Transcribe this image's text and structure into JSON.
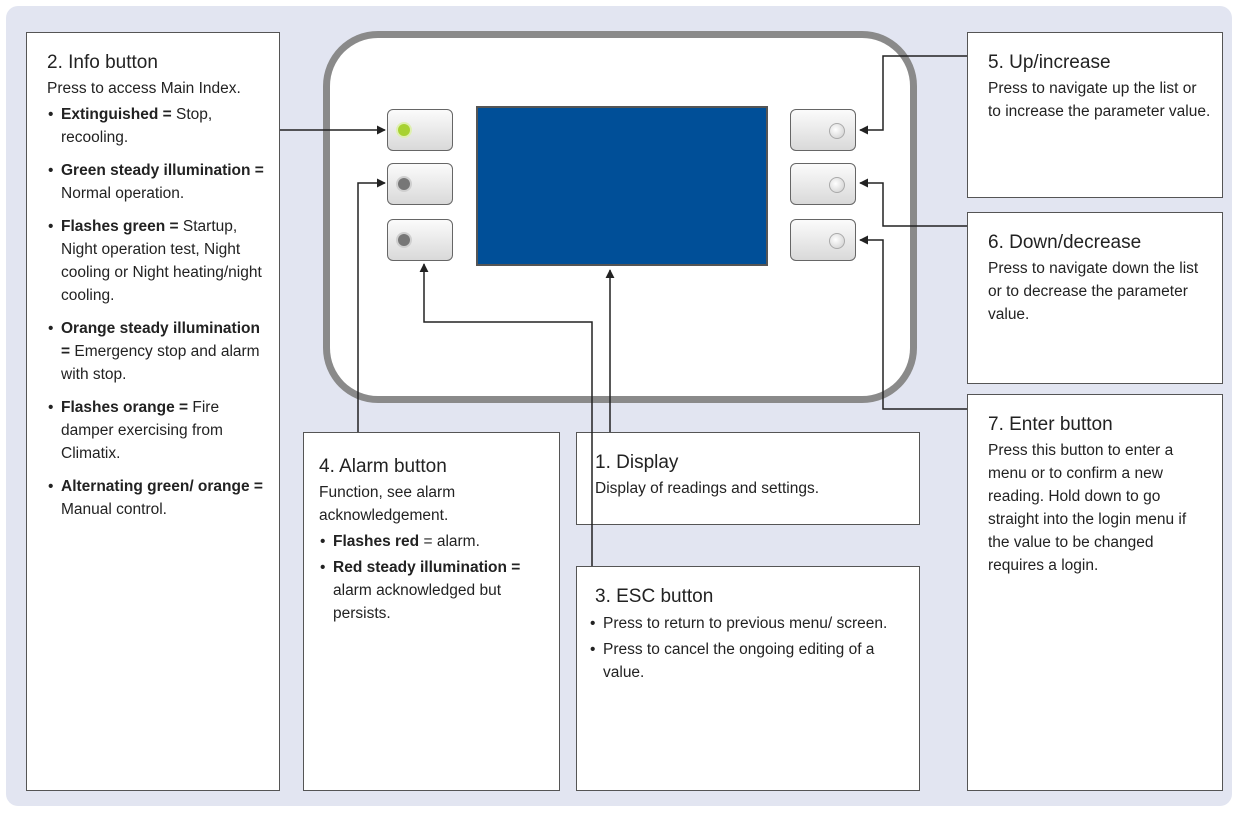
{
  "info": {
    "title": "2. Info button",
    "intro": "Press to access Main Index.",
    "items": [
      {
        "bold": "Extinguished =",
        "text": " Stop, recooling."
      },
      {
        "bold": "Green steady illumination =",
        "text": " Normal operation."
      },
      {
        "bold": "Flashes green =",
        "text": " Startup, Night operation test, Night cooling or Night heating/night cooling."
      },
      {
        "bold": "Orange steady illumination =",
        "text": " Emergency stop and alarm with stop."
      },
      {
        "bold": "Flashes orange =",
        "text": " Fire damper exercising from Climatix."
      },
      {
        "bold": "Alternating green/ orange =",
        "text": " Manual control."
      }
    ]
  },
  "alarm": {
    "title": "4. Alarm button",
    "intro": "Function, see alarm acknowledgement.",
    "items": [
      {
        "bold": "Flashes red",
        "text": " = alarm."
      },
      {
        "bold": "Red steady illumination =",
        "text": " alarm acknowledged but persists."
      }
    ]
  },
  "display": {
    "title": "1. Display",
    "text": "Display of readings and settings."
  },
  "esc": {
    "title": "3. ESC button",
    "items": [
      "Press to return to previous menu/ screen.",
      "Press to cancel the ongoing editing of a value."
    ]
  },
  "up": {
    "title": "5. Up/increase",
    "text": "Press to navigate up the list or to increase the parameter value."
  },
  "down": {
    "title": "6. Down/decrease",
    "text": "Press to navigate down the list or to decrease the parameter value."
  },
  "enter": {
    "title": "7. Enter button",
    "text": "Press this button to enter a menu or to confirm a new reading. Hold down to go straight into the login menu if the value to be changed requires a login."
  },
  "colors": {
    "panel_bg": "#e2e5f1",
    "screen": "#004f98",
    "device_frame": "#8a8a8a",
    "led_green": "#a8d232"
  }
}
